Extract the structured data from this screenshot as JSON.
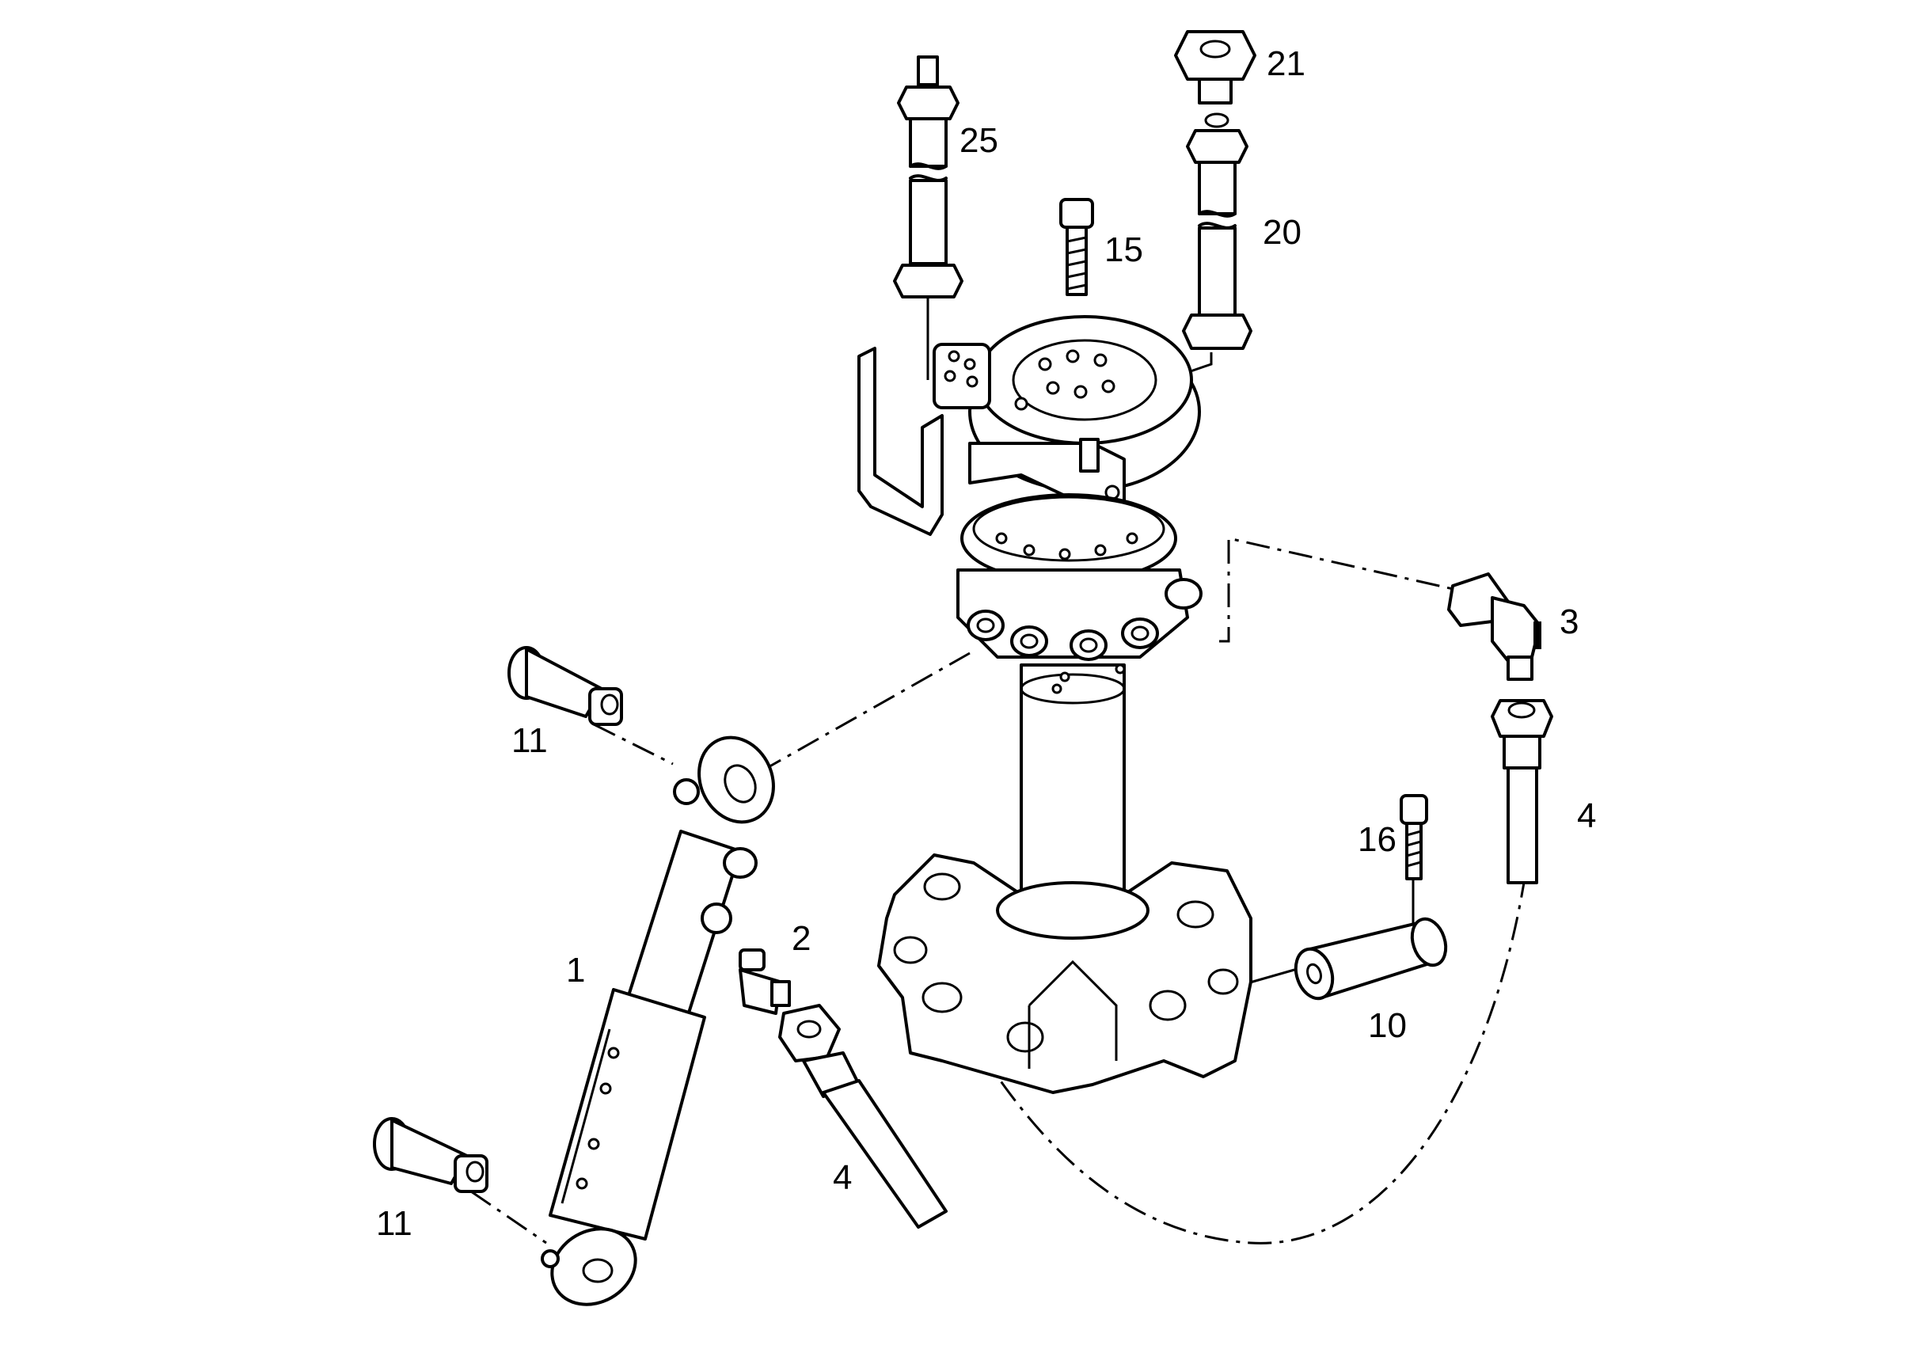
{
  "callouts": [
    {
      "id": "c25",
      "text": "25"
    },
    {
      "id": "c21",
      "text": "21"
    },
    {
      "id": "c15",
      "text": "15"
    },
    {
      "id": "c20",
      "text": "20"
    },
    {
      "id": "c3",
      "text": "3"
    },
    {
      "id": "c11a",
      "text": "11"
    },
    {
      "id": "c4a",
      "text": "4"
    },
    {
      "id": "c16",
      "text": "16"
    },
    {
      "id": "c2",
      "text": "2"
    },
    {
      "id": "c1",
      "text": "1"
    },
    {
      "id": "c10",
      "text": "10"
    },
    {
      "id": "c4b",
      "text": "4"
    },
    {
      "id": "c11b",
      "text": "11"
    }
  ]
}
